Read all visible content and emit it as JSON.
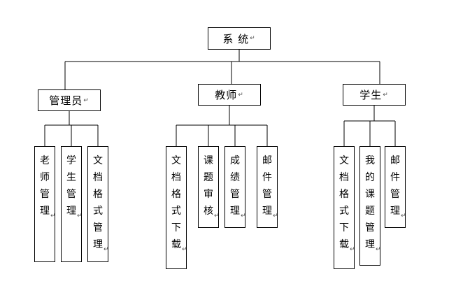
{
  "root": {
    "label": "系 统",
    "mark": "↵"
  },
  "roles": [
    {
      "id": "admin",
      "label": "管理员",
      "mark": "↵",
      "modules": [
        {
          "id": "teacher-mgmt",
          "label": "老师管理"
        },
        {
          "id": "student-mgmt",
          "label": "学生管理"
        },
        {
          "id": "doc-format-mgmt",
          "label": "文档格式管理"
        }
      ]
    },
    {
      "id": "teacher",
      "label": "教师",
      "mark": "↵",
      "modules": [
        {
          "id": "doc-format-download",
          "label": "文档格式下载"
        },
        {
          "id": "topic-review",
          "label": "课题审核"
        },
        {
          "id": "grade-mgmt",
          "label": "成绩管理"
        },
        {
          "id": "mail-mgmt",
          "label": "邮件管理"
        }
      ]
    },
    {
      "id": "student",
      "label": "学生",
      "mark": "↵",
      "modules": [
        {
          "id": "doc-format-download",
          "label": "文档格式下载"
        },
        {
          "id": "my-topic-mgmt",
          "label": "我的课题管理"
        },
        {
          "id": "mail-mgmt",
          "label": "邮件管理"
        }
      ]
    }
  ]
}
